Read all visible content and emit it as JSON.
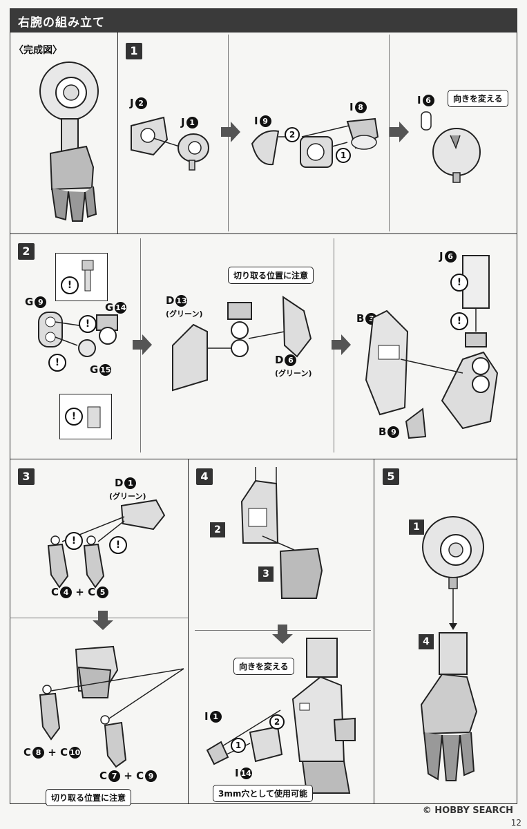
{
  "header": {
    "title": "右腕の組み立て"
  },
  "panels": {
    "complete": {
      "label": "〈完成図〉"
    },
    "step1": {
      "number": "1",
      "labels": [
        "J",
        "J",
        "I",
        "I",
        "I"
      ],
      "circled": [
        "2",
        "1",
        "9",
        "8",
        "6"
      ],
      "order_marks": [
        "2",
        "1"
      ],
      "callout": "向きを変える"
    },
    "step2": {
      "number": "2",
      "labels": {
        "g9": "G",
        "g14": "G",
        "g15": "G",
        "d13": "D",
        "d6": "D",
        "b3": "B",
        "b9": "B",
        "j6": "J"
      },
      "circled": {
        "g9": "9",
        "g14": "14",
        "g15": "15",
        "d13": "13",
        "d6": "6",
        "b3": "3",
        "b9": "9",
        "j6": "6"
      },
      "green_note": "(グリーン)",
      "callout": "切り取る位置に注意",
      "excl": "!"
    },
    "step3": {
      "number": "3",
      "d1": "D",
      "d1_num": "1",
      "green_note": "(グリーン)",
      "combo_top": {
        "a": "C",
        "a_num": "4",
        "plus": "+",
        "b": "C",
        "b_num": "5"
      },
      "combo_left": {
        "a": "C",
        "a_num": "8",
        "plus": "+",
        "b": "C",
        "b_num": "10"
      },
      "combo_right": {
        "a": "C",
        "a_num": "7",
        "plus": "+",
        "b": "C",
        "b_num": "9"
      },
      "callout": "切り取る位置に注意"
    },
    "step4": {
      "number": "4",
      "part_refs": [
        "2",
        "3"
      ],
      "callout_top": "向きを変える",
      "i1": "I",
      "i1_num": "1",
      "i14": "I",
      "i14_num": "14",
      "order_marks": [
        "2",
        "1"
      ],
      "callout_bottom": "3mm穴として使用可能"
    },
    "step5": {
      "number": "5",
      "part_refs": [
        "1",
        "4"
      ]
    }
  },
  "footer": {
    "brand": "© HOBBY SEARCH",
    "page": "12"
  }
}
